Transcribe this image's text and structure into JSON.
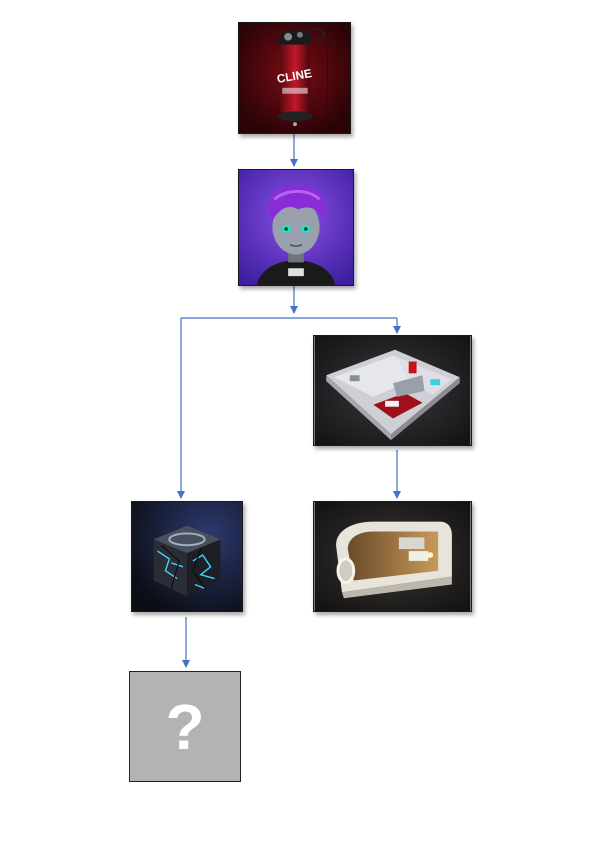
{
  "diagram": {
    "edge_color": "#4472c4",
    "nodes": [
      {
        "id": "can",
        "icon": "energy-drink-can-render",
        "label_on_can": "CLINE"
      },
      {
        "id": "avatar",
        "icon": "purple-haired-character-render"
      },
      {
        "id": "apartment",
        "icon": "isometric-apartment-floorplan-render"
      },
      {
        "id": "cube",
        "icon": "cracked-glowing-cube-render"
      },
      {
        "id": "room",
        "icon": "isometric-white-room-render"
      },
      {
        "id": "unknown",
        "icon": "question-mark-placeholder",
        "glyph": "?"
      }
    ],
    "edges": [
      [
        "can",
        "avatar"
      ],
      [
        "avatar",
        "cube"
      ],
      [
        "avatar",
        "apartment"
      ],
      [
        "apartment",
        "room"
      ],
      [
        "cube",
        "unknown"
      ]
    ]
  }
}
